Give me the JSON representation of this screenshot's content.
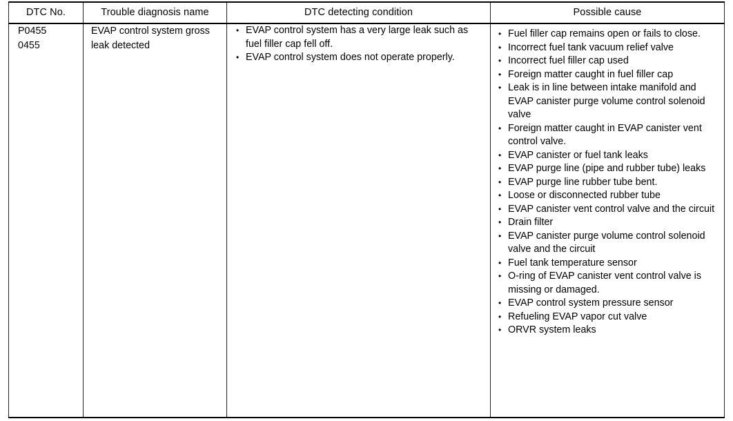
{
  "document": {
    "type": "service-manual-dtc-table",
    "colors": {
      "text": "#000000",
      "border": "#231f20",
      "background": "#ffffff"
    }
  },
  "table": {
    "headers": [
      "DTC No.",
      "Trouble diagnosis name",
      "DTC detecting condition",
      "Possible cause"
    ],
    "rows": [
      {
        "dtc_no": [
          "P0455",
          "0455"
        ],
        "trouble_diagnosis_name": "EVAP control system gross leak detected",
        "dtc_detecting_condition": [
          "EVAP control system has a very large leak such as fuel filler cap fell off.",
          "EVAP control system does not operate properly."
        ],
        "possible_cause": [
          "Fuel filler cap remains open or fails to close.",
          "Incorrect fuel tank vacuum relief valve",
          "Incorrect fuel filler cap used",
          "Foreign matter caught in fuel filler cap",
          "Leak is in line between intake manifold and EVAP canister purge volume control solenoid valve",
          "Foreign matter caught in EVAP canister vent control valve.",
          "EVAP canister or fuel tank leaks",
          "EVAP purge line (pipe and rubber tube) leaks",
          "EVAP purge line rubber tube bent.",
          "Loose or disconnected rubber tube",
          "EVAP canister vent control valve and the circuit",
          "Drain filter",
          "EVAP canister purge volume control solenoid valve and the circuit",
          "Fuel tank temperature sensor",
          "O-ring of EVAP canister vent control valve is missing or damaged.",
          "EVAP control system pressure sensor",
          "Refueling EVAP vapor cut valve",
          "ORVR system leaks"
        ]
      }
    ]
  }
}
